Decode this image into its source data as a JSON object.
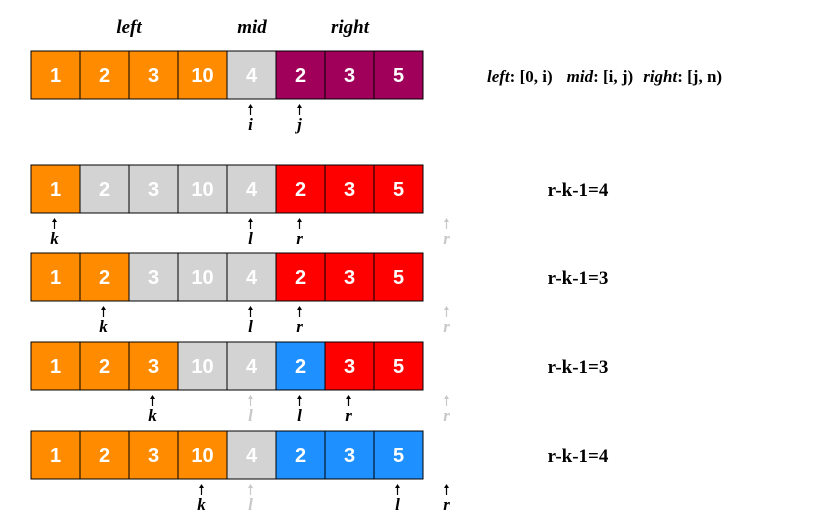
{
  "colors": {
    "orange": "#ff8c00",
    "gray": "#d3d3d3",
    "purple": "#a0005a",
    "red": "#ff0000",
    "blue": "#1e90ff",
    "text_white": "#ffffff",
    "text_black": "#000000",
    "faded": "#c8c8c8"
  },
  "header": {
    "left": "left",
    "mid": "mid",
    "right": "right"
  },
  "legend": {
    "left_label": "left",
    "left_range": ": [0, i)",
    "mid_label": "mid",
    "mid_range": ": [i, j)",
    "right_label": "right",
    "right_range": ": [j, n)"
  },
  "rows": [
    {
      "values": [
        "1",
        "2",
        "3",
        "10",
        "4",
        "2",
        "3",
        "5"
      ],
      "colors": [
        "orange",
        "orange",
        "orange",
        "orange",
        "gray",
        "purple",
        "purple",
        "purple"
      ],
      "text_colors": [
        "text_white",
        "text_white",
        "text_white",
        "text_white",
        "text_white",
        "text_white",
        "text_white",
        "text_white"
      ],
      "pointers": [
        {
          "label": "i",
          "pos": 4,
          "faded": false
        },
        {
          "label": "j",
          "pos": 5,
          "faded": false
        }
      ],
      "formula": ""
    },
    {
      "values": [
        "1",
        "2",
        "3",
        "10",
        "4",
        "2",
        "3",
        "5"
      ],
      "colors": [
        "orange",
        "gray",
        "gray",
        "gray",
        "gray",
        "red",
        "red",
        "red"
      ],
      "text_colors": [
        "text_white",
        "text_white",
        "text_white",
        "text_white",
        "text_white",
        "text_white",
        "text_white",
        "text_white"
      ],
      "pointers": [
        {
          "label": "k",
          "pos": 0,
          "faded": false
        },
        {
          "label": "l",
          "pos": 4,
          "faded": false
        },
        {
          "label": "r",
          "pos": 5,
          "faded": false
        },
        {
          "label": "r",
          "pos": 8,
          "faded": true
        }
      ],
      "formula": "r-k-1=4"
    },
    {
      "values": [
        "1",
        "2",
        "3",
        "10",
        "4",
        "2",
        "3",
        "5"
      ],
      "colors": [
        "orange",
        "orange",
        "gray",
        "gray",
        "gray",
        "red",
        "red",
        "red"
      ],
      "text_colors": [
        "text_white",
        "text_white",
        "text_white",
        "text_white",
        "text_white",
        "text_white",
        "text_white",
        "text_white"
      ],
      "pointers": [
        {
          "label": "k",
          "pos": 1,
          "faded": false
        },
        {
          "label": "l",
          "pos": 4,
          "faded": false
        },
        {
          "label": "r",
          "pos": 5,
          "faded": false
        },
        {
          "label": "r",
          "pos": 8,
          "faded": true
        }
      ],
      "formula": "r-k-1=3"
    },
    {
      "values": [
        "1",
        "2",
        "3",
        "10",
        "4",
        "2",
        "3",
        "5"
      ],
      "colors": [
        "orange",
        "orange",
        "orange",
        "gray",
        "gray",
        "blue",
        "red",
        "red"
      ],
      "text_colors": [
        "text_white",
        "text_white",
        "text_white",
        "text_white",
        "text_white",
        "text_white",
        "text_white",
        "text_white"
      ],
      "pointers": [
        {
          "label": "k",
          "pos": 2,
          "faded": false
        },
        {
          "label": "l",
          "pos": 4,
          "faded": true
        },
        {
          "label": "l",
          "pos": 5,
          "faded": false
        },
        {
          "label": "r",
          "pos": 6,
          "faded": false
        },
        {
          "label": "r",
          "pos": 8,
          "faded": true
        }
      ],
      "formula": "r-k-1=3"
    },
    {
      "values": [
        "1",
        "2",
        "3",
        "10",
        "4",
        "2",
        "3",
        "5"
      ],
      "colors": [
        "orange",
        "orange",
        "orange",
        "orange",
        "gray",
        "blue",
        "blue",
        "blue"
      ],
      "text_colors": [
        "text_white",
        "text_white",
        "text_white",
        "text_white",
        "text_white",
        "text_white",
        "text_white",
        "text_white"
      ],
      "pointers": [
        {
          "label": "k",
          "pos": 3,
          "faded": false
        },
        {
          "label": "l",
          "pos": 4,
          "faded": true
        },
        {
          "label": "l",
          "pos": 7,
          "faded": false
        },
        {
          "label": "r",
          "pos": 8,
          "faded": false
        }
      ],
      "formula": "r-k-1=4"
    }
  ]
}
